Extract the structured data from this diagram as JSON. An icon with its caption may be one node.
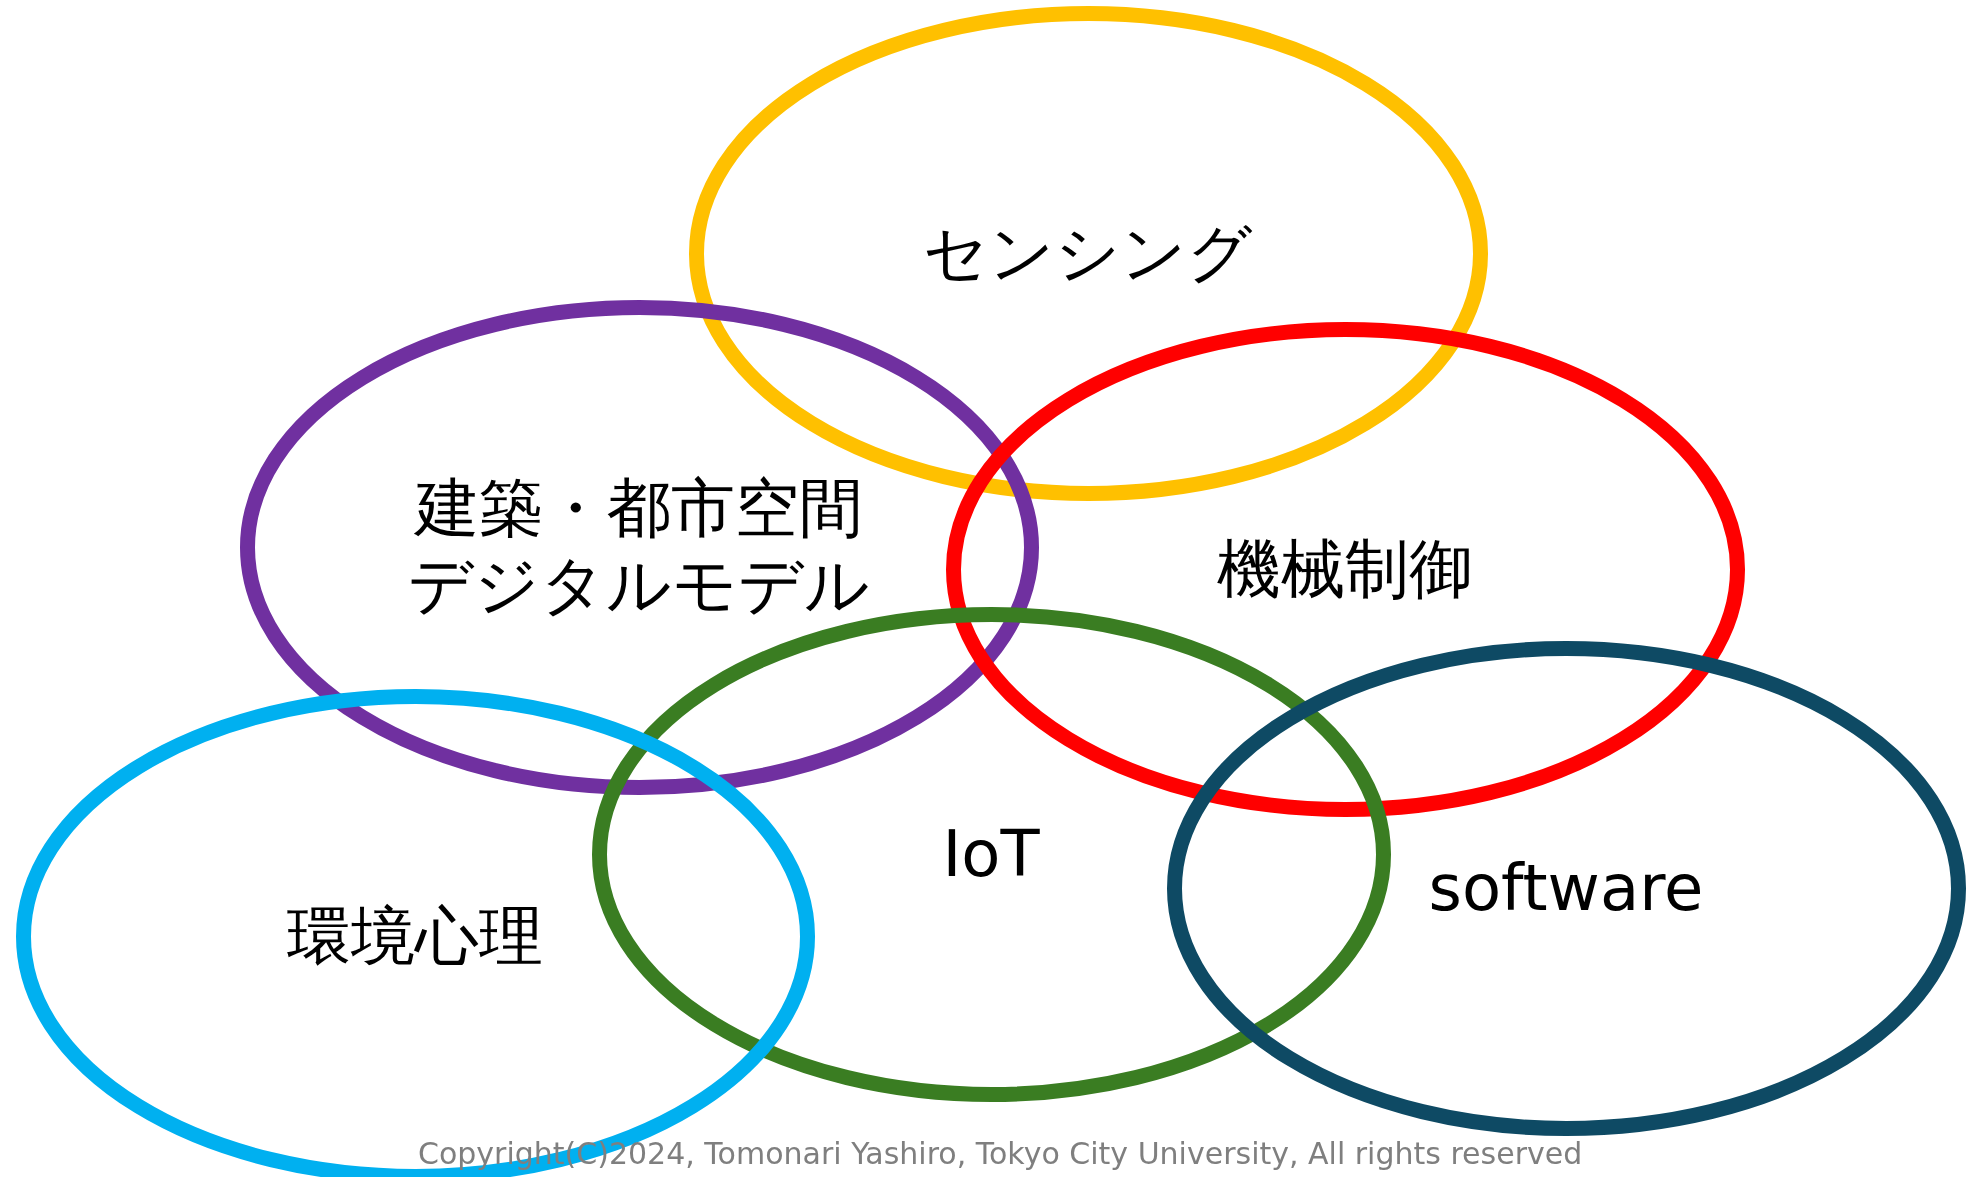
{
  "diagram": {
    "nodes": [
      {
        "text": [
          "センシング"
        ]
      },
      {
        "text": [
          "建築・都市空間デジタルモデル"
        ]
      },
      {
        "text": [
          "機械制御"
        ]
      },
      {
        "text": [
          "IoT"
        ]
      },
      {
        "text": [
          "software"
        ]
      },
      {
        "text": [
          "環境心理"
        ]
      }
    ],
    "edges": [],
    "labels": [
      "Copyright(C)2024, Tomonari Yashiro, Tokyo City University, All rights reserved"
    ]
  }
}
